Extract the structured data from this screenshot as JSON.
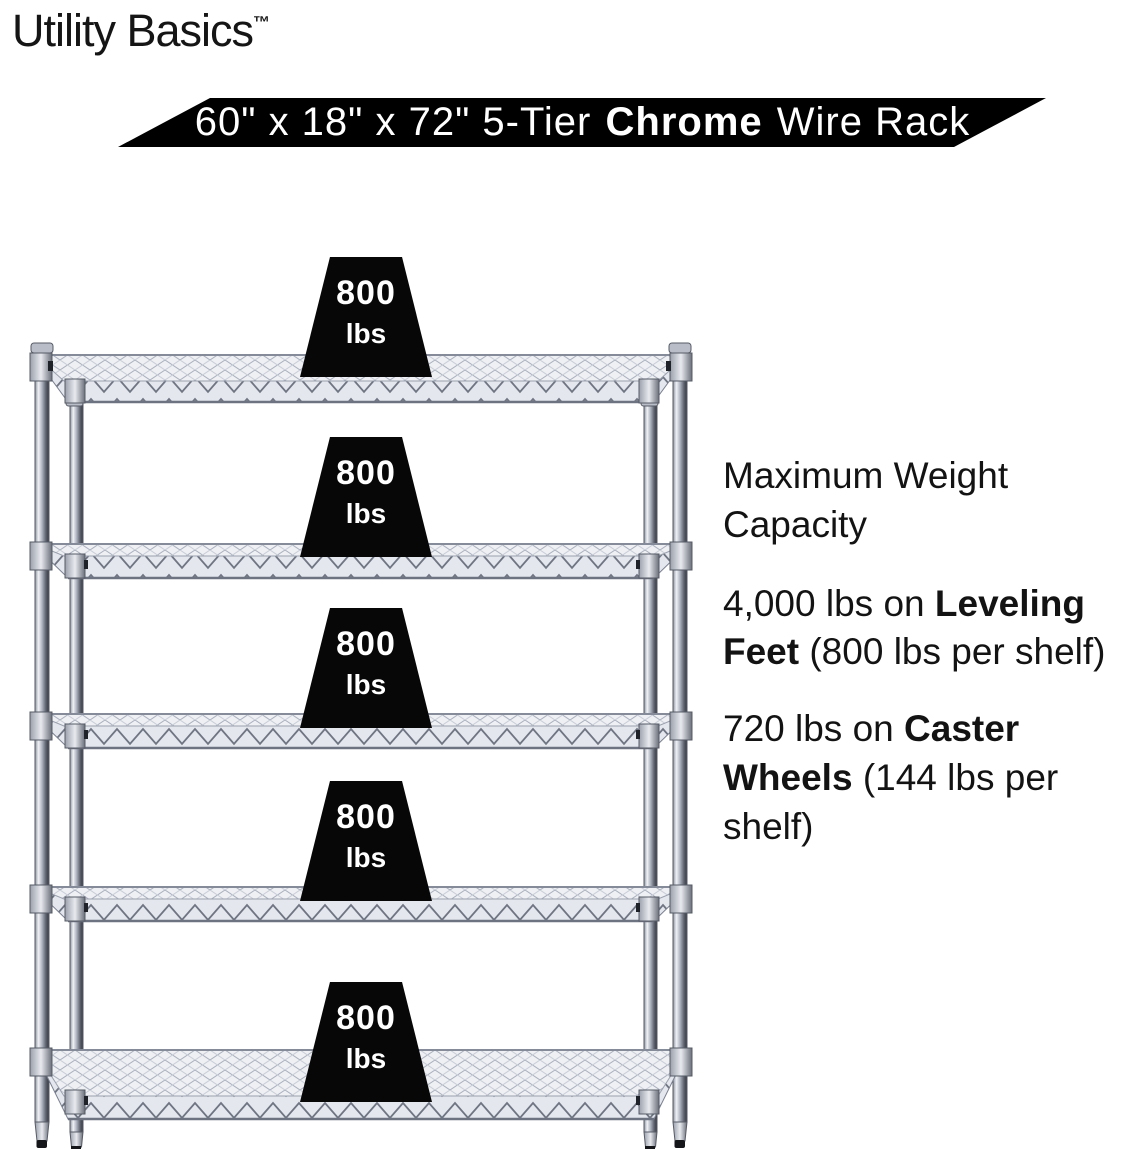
{
  "brand": {
    "name": "Utility Basics",
    "trademark": "™"
  },
  "banner": {
    "prefix": "60\" x 18\" x 72\" 5-Tier ",
    "highlight": "Chrome",
    "suffix": " Wire Rack",
    "bg_color": "#000000",
    "text_color": "#ffffff"
  },
  "rack": {
    "tier_count": 5,
    "finish": "Chrome"
  },
  "shelf_weights": [
    {
      "value": "800",
      "unit": "lbs"
    },
    {
      "value": "800",
      "unit": "lbs"
    },
    {
      "value": "800",
      "unit": "lbs"
    },
    {
      "value": "800",
      "unit": "lbs"
    },
    {
      "value": "800",
      "unit": "lbs"
    }
  ],
  "capacity_info": {
    "heading": "Maximum Weight Capacity",
    "leveling": {
      "prefix": "4,000 lbs on ",
      "bold": "Leveling Feet",
      "suffix": " (800 lbs per shelf)"
    },
    "caster": {
      "prefix": "720 lbs on ",
      "bold": "Caster Wheels",
      "suffix": " (144 lbs per shelf)"
    }
  },
  "colors": {
    "weight_badge_bg": "#070707",
    "weight_badge_fg": "#ffffff",
    "text": "#131313"
  }
}
